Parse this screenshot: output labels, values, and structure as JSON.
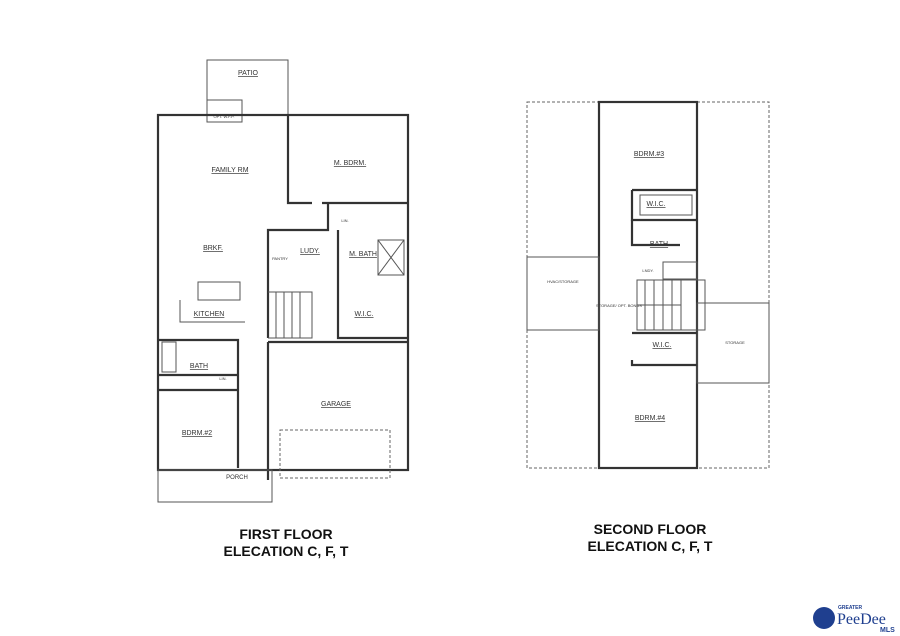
{
  "first_floor": {
    "title_line1": "FIRST FLOOR",
    "title_line2": "ELECATION C, F, T",
    "rooms": {
      "patio": "PATIO",
      "fireplace": "OPT. W.F.P.",
      "family": "FAMILY RM",
      "master": "M. BDRM.",
      "brkf": "BRKF.",
      "pantry": "PANTRY",
      "laundry": "LUDY.",
      "linen": "LIN.",
      "master_bath": "M. BATH",
      "kitchen": "KITCHEN",
      "wic": "W.I.C.",
      "bath": "BATH",
      "lin2": "LIN.",
      "garage": "GARAGE",
      "bdrm2": "BDRM.#2",
      "porch": "PORCH"
    }
  },
  "second_floor": {
    "title_line1": "SECOND FLOOR",
    "title_line2": "ELECATION C, F, T",
    "rooms": {
      "bdrm3": "BDRM.#3",
      "wic_upper": "W.I.C.",
      "bath": "BATH",
      "laundry": "LNDY.",
      "hvac": "HVAC/STORAGE",
      "attic": "STORAGE/ OPT. BONUS",
      "wic_lower": "W.I.C.",
      "storage": "STORAGE",
      "bdrm4": "BDRM.#4"
    }
  },
  "logo": {
    "text_top": "GREATER",
    "text_main": "PeeDee",
    "text_sub": "MLS",
    "color": "#1f3f8f"
  }
}
